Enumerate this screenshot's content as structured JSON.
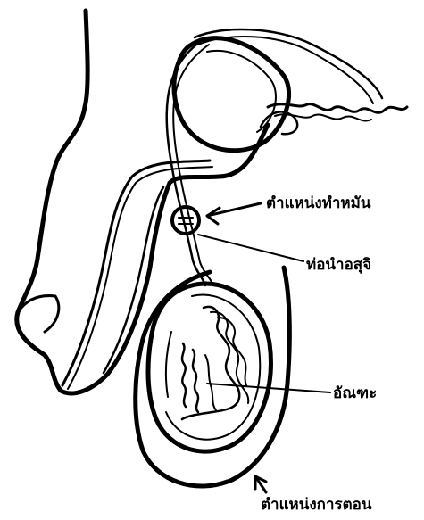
{
  "labels": {
    "vasectomy_site": "ตำแหน่งทำหมัน",
    "vas_deferens": "ท่อนำอสุจิ",
    "testis": "อัณฑะ",
    "castration_site": "ตำแหน่งการตอน"
  },
  "colors": {
    "ink": "#000000",
    "background": "#ffffff"
  }
}
